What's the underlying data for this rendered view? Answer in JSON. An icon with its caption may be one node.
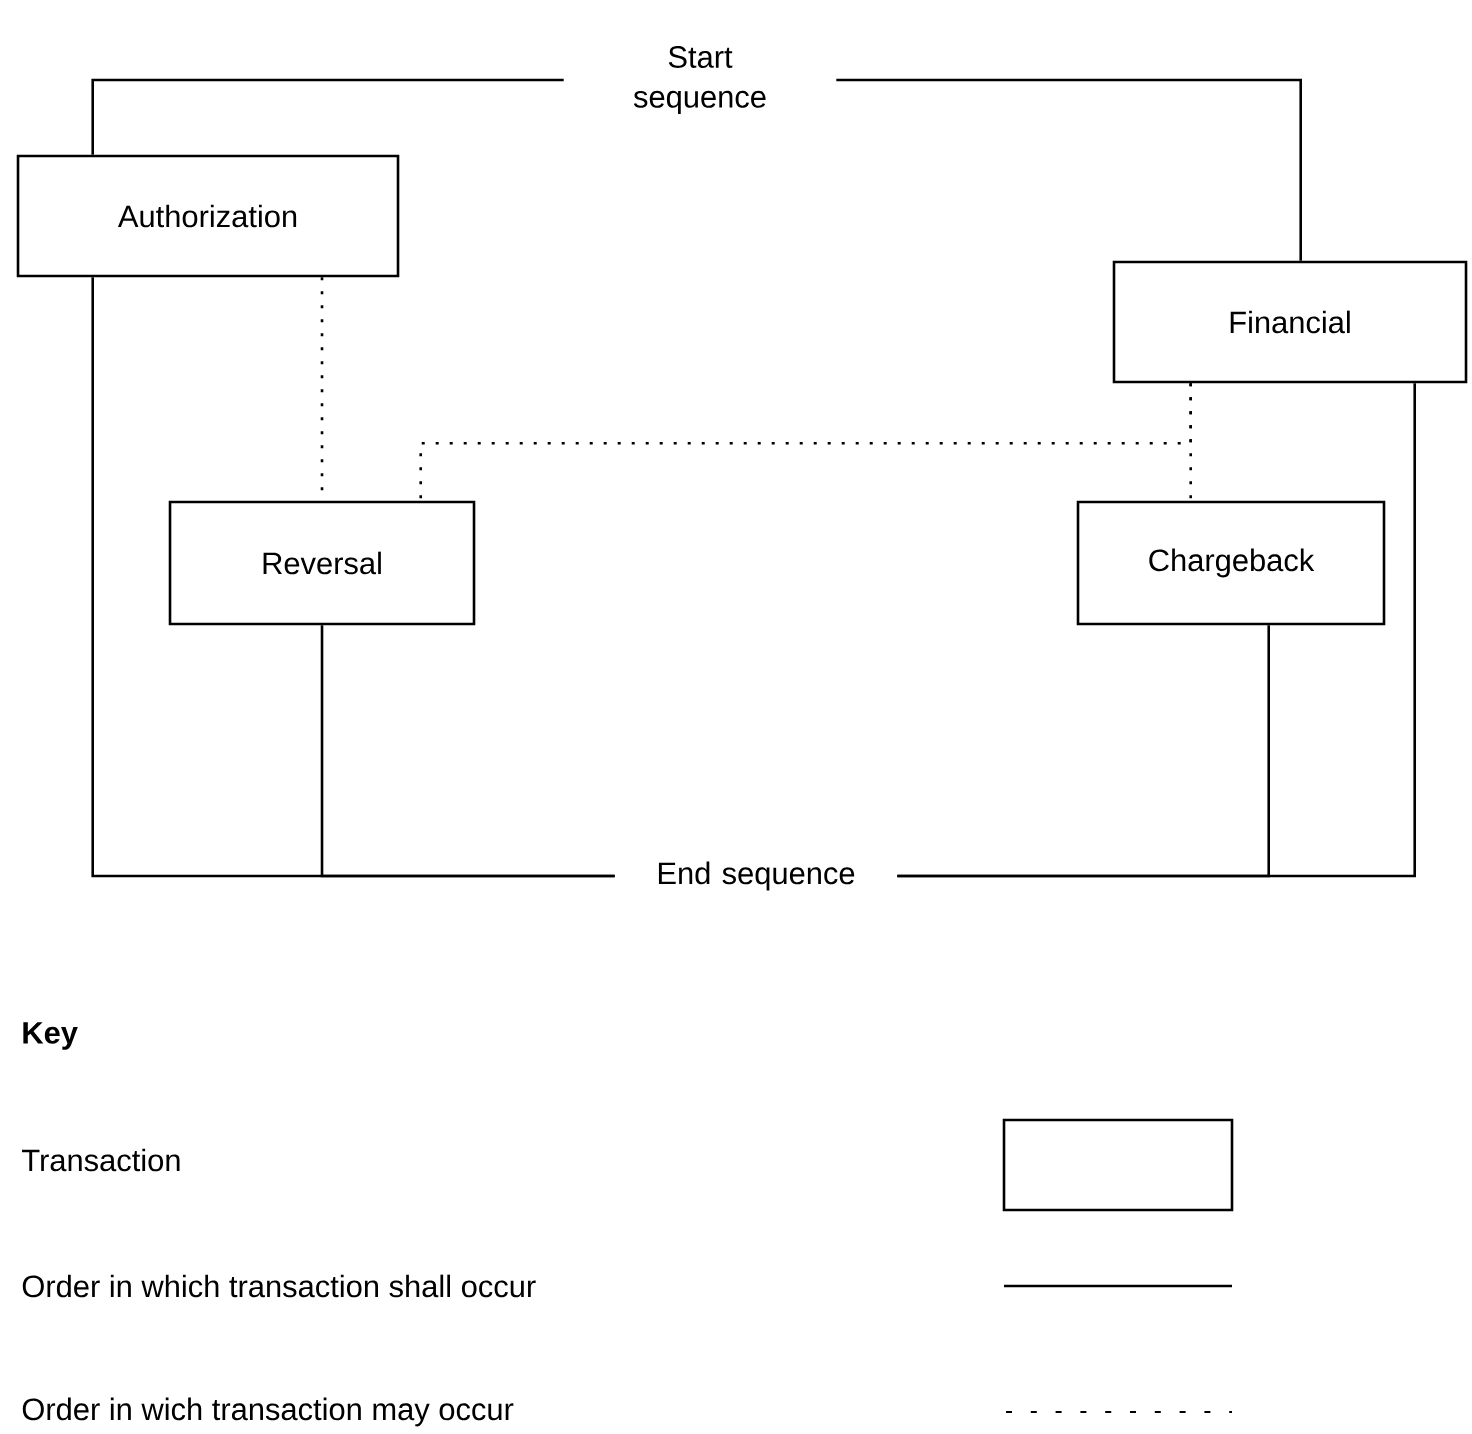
{
  "diagram": {
    "nodes": [
      {
        "text": [
          "Start sequence"
        ]
      },
      {
        "text": [
          "Authorization"
        ]
      },
      {
        "text": [
          "Financial"
        ]
      },
      {
        "text": [
          "Reversal"
        ]
      },
      {
        "text": [
          "Chargeback"
        ]
      },
      {
        "text": [
          "End sequence"
        ]
      }
    ],
    "edges": [
      {
        "from": 0,
        "to": 1,
        "arrow": "none"
      },
      {
        "from": 0,
        "to": 2,
        "arrow": "none"
      },
      {
        "from": 1,
        "to": 5,
        "arrow": "none"
      },
      {
        "from": 1,
        "to": 3,
        "arrow": "none",
        "style": "dashed"
      },
      {
        "from": 2,
        "to": 3,
        "arrow": "none",
        "style": "dashed"
      },
      {
        "from": 2,
        "to": 4,
        "arrow": "none",
        "style": "dashed"
      },
      {
        "from": 3,
        "to": 5,
        "arrow": "none"
      },
      {
        "from": 4,
        "to": 5,
        "arrow": "none"
      },
      {
        "from": 2,
        "to": 5,
        "arrow": "none"
      }
    ],
    "labels": [
      "Key"
    ],
    "legend": [
      {
        "text": "Transaction"
      },
      {
        "text": "Order in which transaction shall occur"
      },
      {
        "text": "Order in wich transaction may occur"
      }
    ]
  }
}
